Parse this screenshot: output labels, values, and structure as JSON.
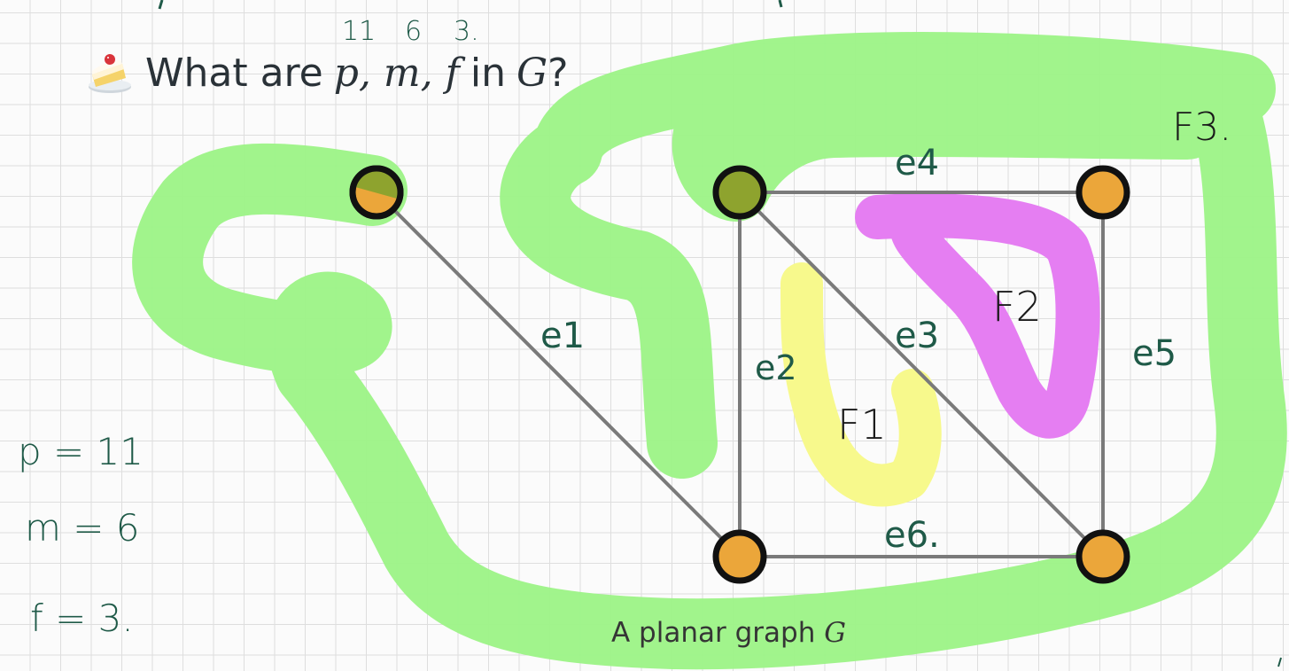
{
  "question": {
    "icon": "cake-icon",
    "prefix": "What are",
    "vars": "p, m, f",
    "middle": "in",
    "graph_name": "G",
    "suffix": "?"
  },
  "caption": {
    "text": "A planar graph",
    "graph_name": "G"
  },
  "handwriting": {
    "top_numbers": [
      "11",
      "6",
      "3."
    ],
    "edge_labels": [
      "e1",
      "e2",
      "e3",
      "e4",
      "e5",
      "e6."
    ],
    "face_labels": [
      "F1",
      "F2",
      "F3."
    ],
    "answers": [
      "p = 11",
      "m = 6",
      "f = 3."
    ]
  },
  "colors": {
    "node_fill": "#eba63a",
    "node_highlight": "#8ea32e",
    "node_stroke": "#111111",
    "edge": "#7a7a7a",
    "ink": "#1f5a48",
    "marker_green": "#9cf386",
    "marker_yellow": "#f7f98c",
    "marker_magenta": "#e57ef2",
    "black_ink": "#1a1a1a"
  }
}
